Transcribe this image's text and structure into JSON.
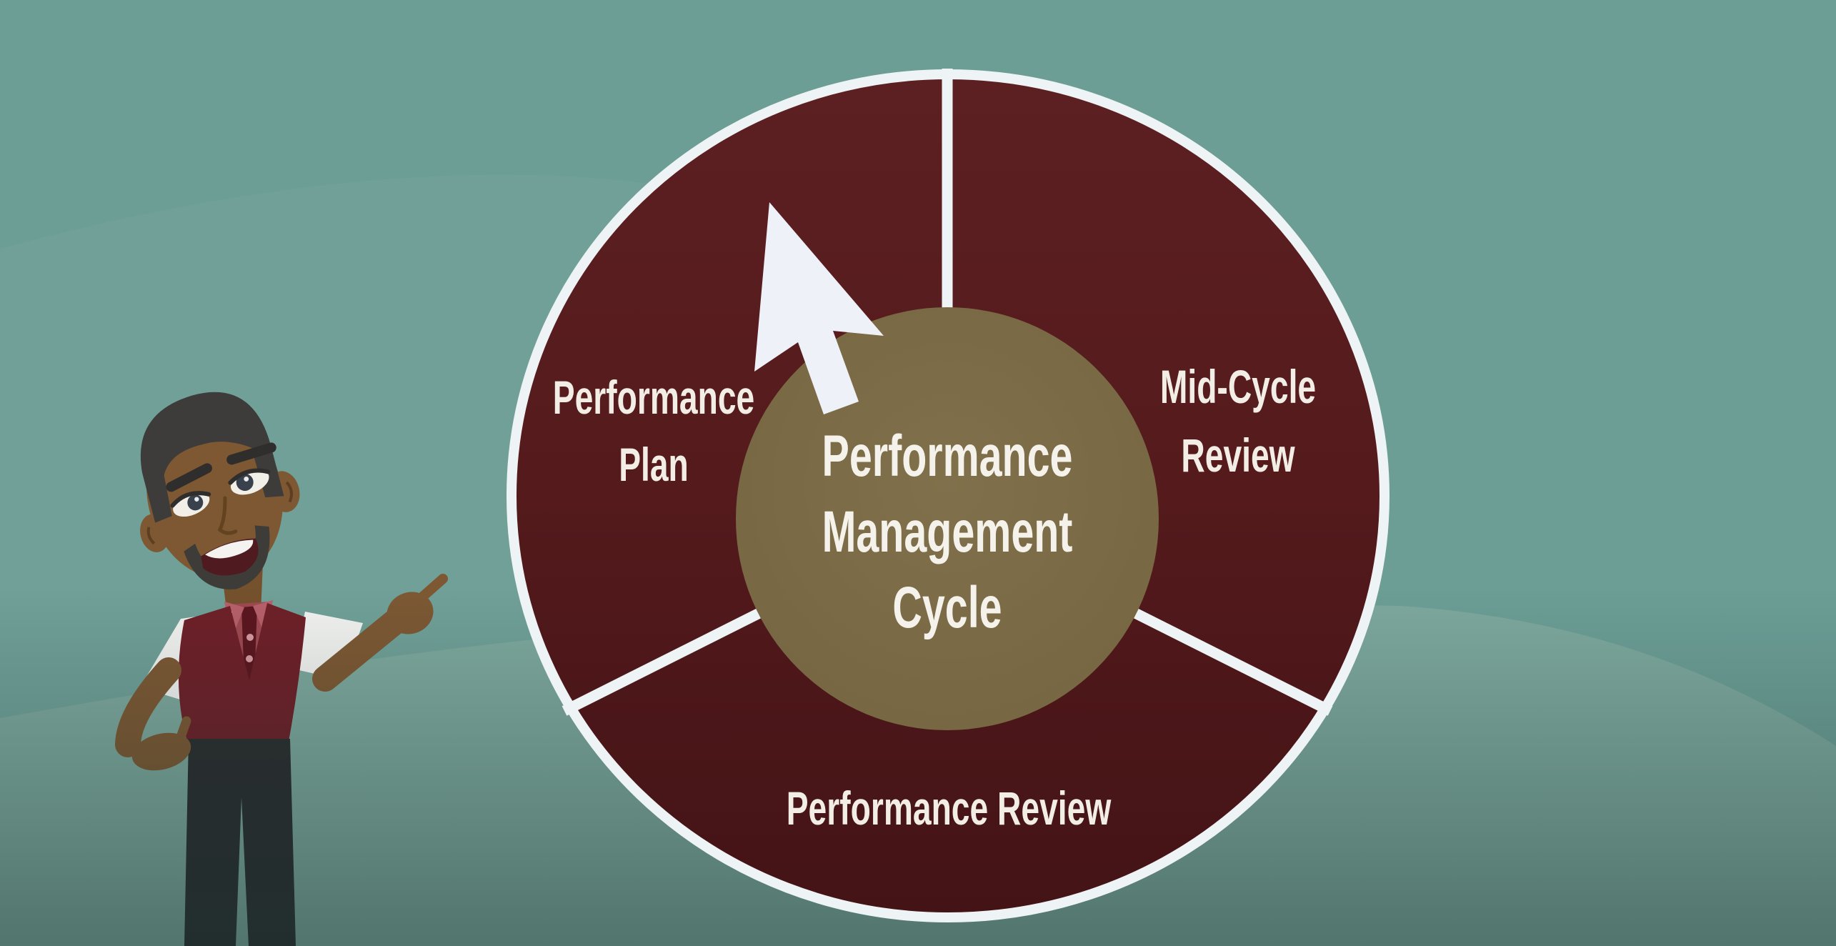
{
  "diagram": {
    "hub_label_lines": [
      "Performance",
      "Management",
      "Cycle"
    ],
    "segments": [
      {
        "name": "performance-plan",
        "label_lines": [
          "Performance",
          "Plan"
        ]
      },
      {
        "name": "mid-cycle-review",
        "label_lines": [
          "Mid-Cycle",
          "Review"
        ]
      },
      {
        "name": "performance-review",
        "label_lines": [
          "Performance Review"
        ]
      }
    ],
    "colors": {
      "segment_fill": "#541a1c",
      "segment_fill_dark": "#431316",
      "hub_fill": "#7a6a46",
      "rim_and_dividers": "#eef3f5",
      "label_text": "#f2eee6"
    }
  },
  "cursor_icon": {
    "name": "pointer-arrow-icon",
    "color": "#eff1f8"
  },
  "background": {
    "base_color": "#6c9e96",
    "wave_light_color": "#7ea89d",
    "bottom_vignette_color": "#15302d"
  },
  "character": {
    "name": "presenter-man",
    "pose": "standing, left hand on hip, right hand pointing at diagram",
    "colors": {
      "skin": "#7d5833",
      "hair": "#3e3c3a",
      "vest": "#6f1f28",
      "shirt_collar": "#b75f6a",
      "shirt_placket": "#5c151d",
      "shirt_chest": "#9e4850",
      "sleeves": "#f3f3f1",
      "pants": "#2c2c2e"
    }
  }
}
